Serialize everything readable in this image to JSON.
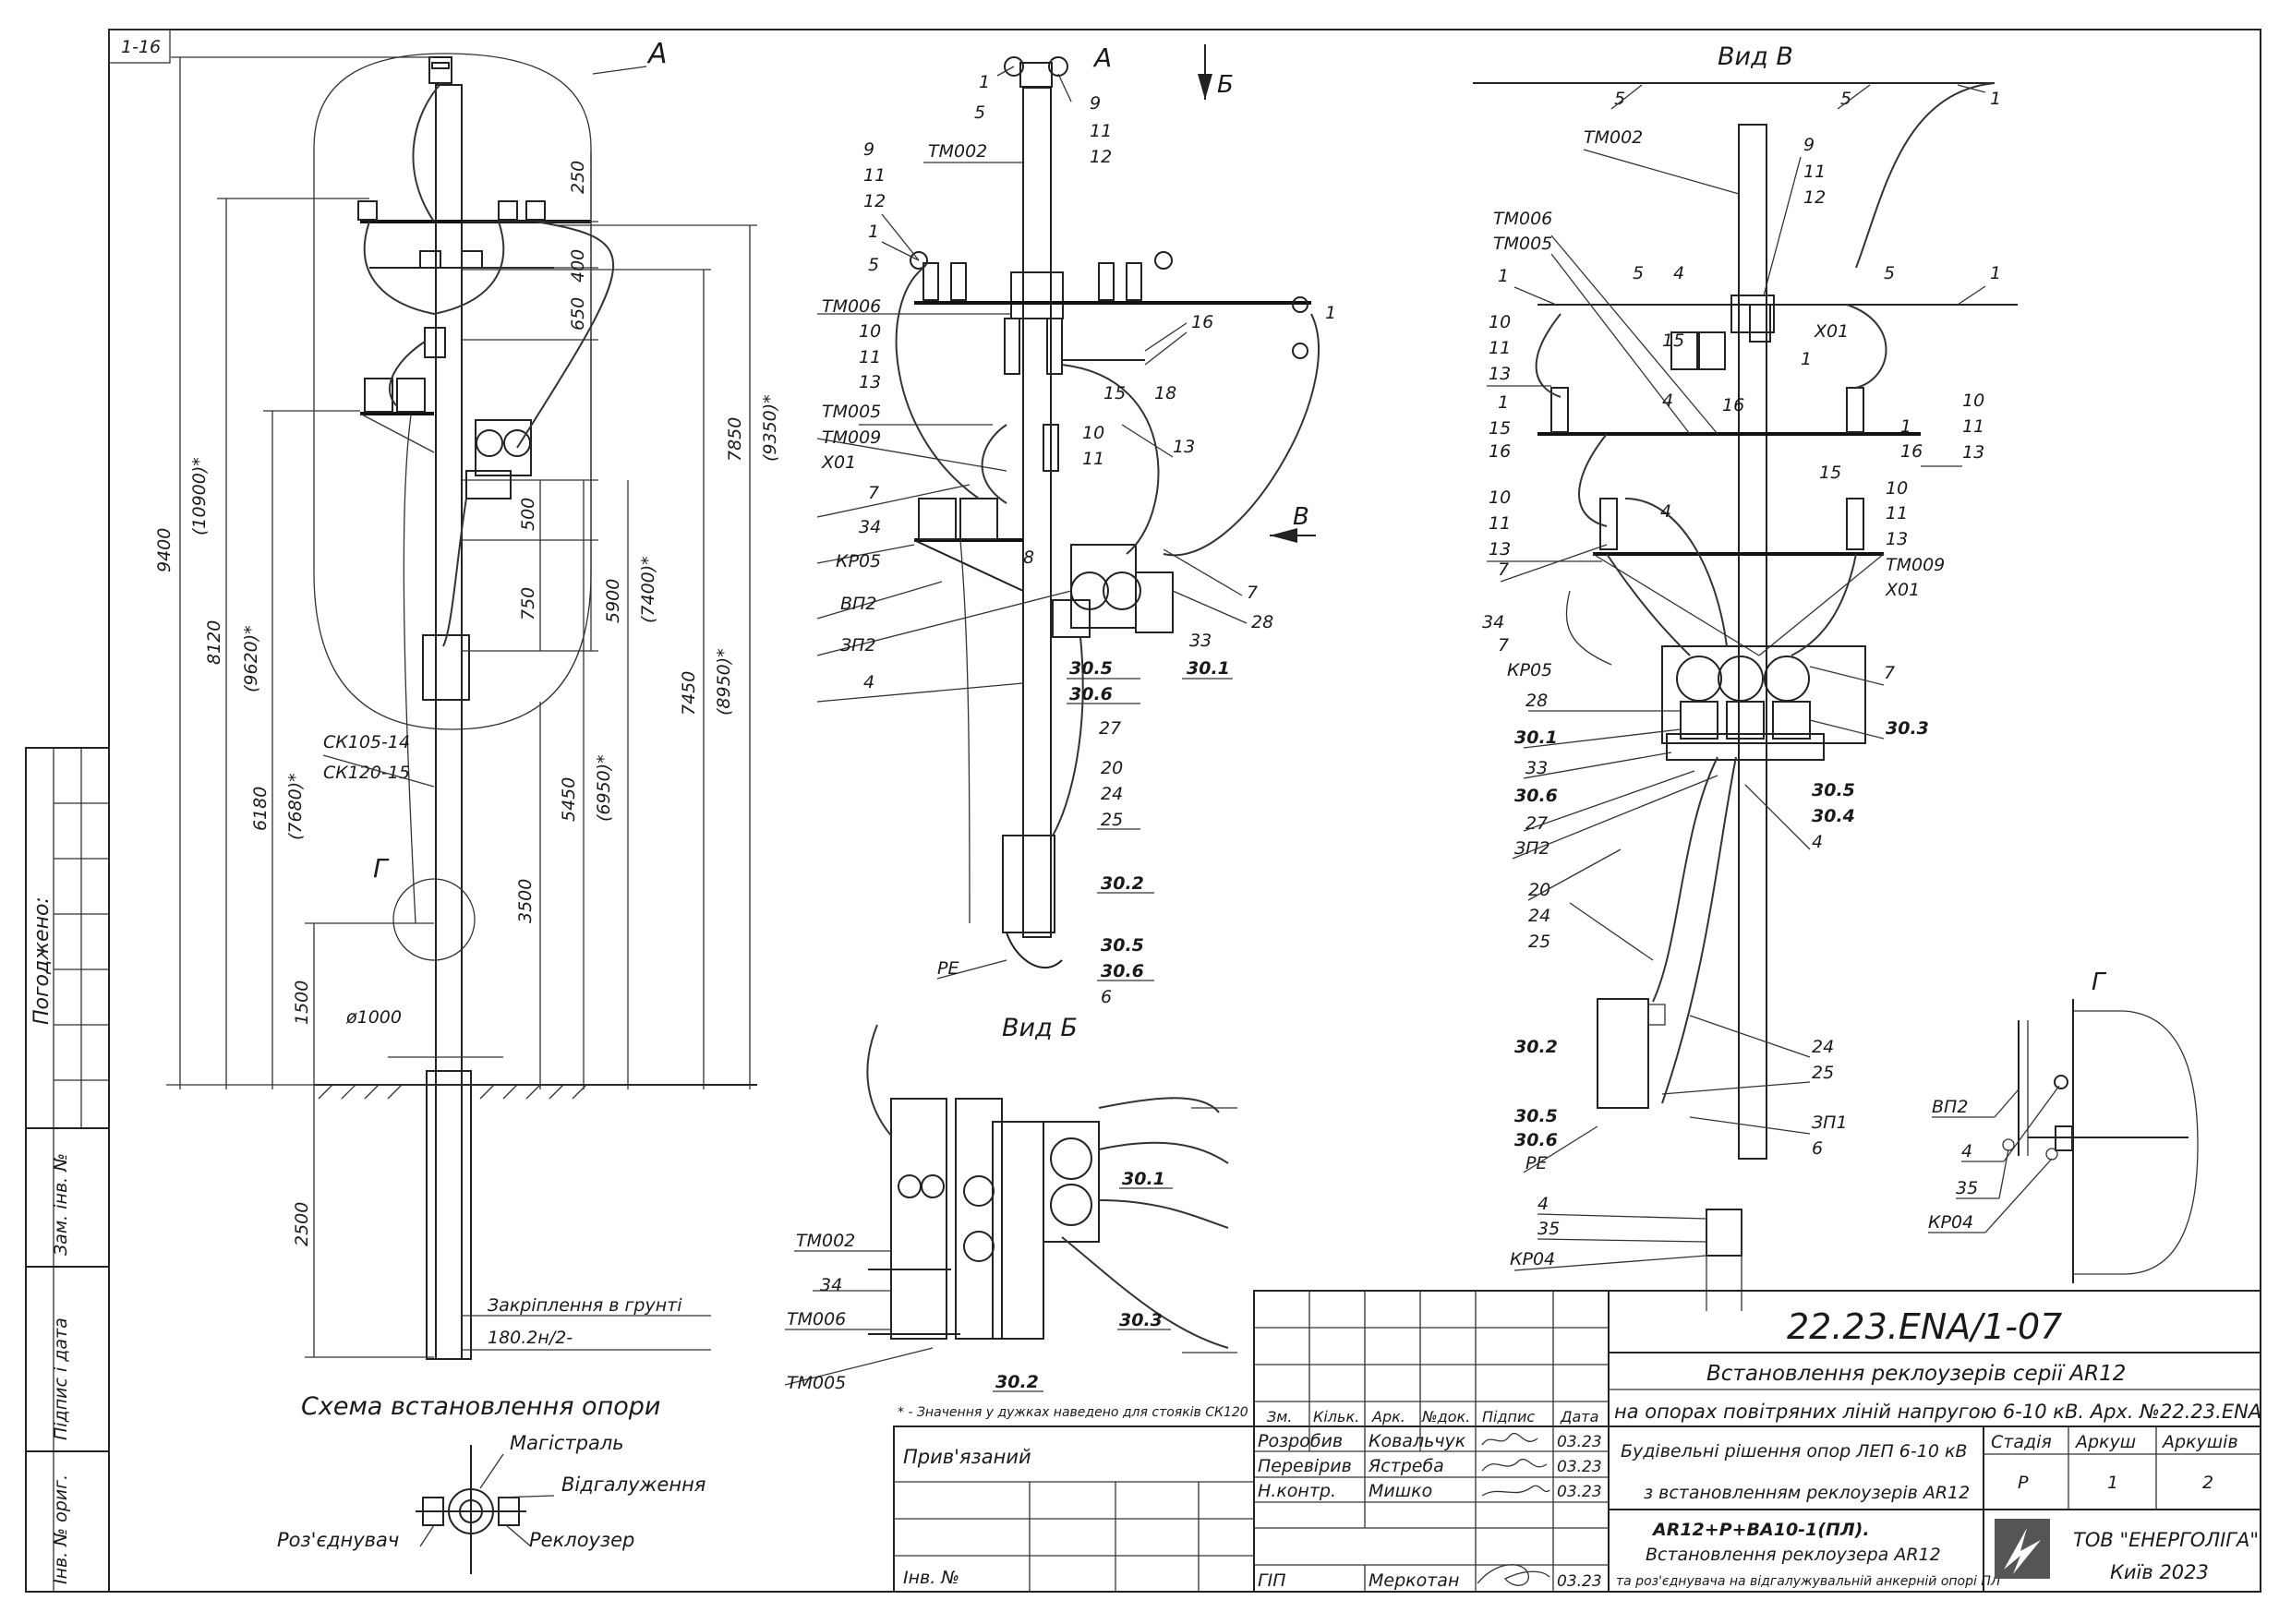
{
  "sheet_code": "1-16",
  "left_panel": {
    "agreed": "Погоджено:",
    "inv_no_replace": "Зам. інв. №",
    "signature_date": "Підпис і дата",
    "inv_no_original": "Інв. № ориг."
  },
  "scheme": {
    "callout_a": "А",
    "callout_g": "Г",
    "pole_types": [
      "СК105-14",
      "СК120-15"
    ],
    "dims_left": [
      "9400",
      "(10900)*",
      "8120",
      "(9620)*",
      "6180",
      "(7680)*",
      "1500",
      "2500"
    ],
    "dims_top": [
      "250",
      "400",
      "650",
      "500",
      "750"
    ],
    "dims_right": [
      "3500",
      "5450",
      "(6950)*",
      "5900",
      "(7400)*",
      "7450",
      "(8950)*",
      "7850",
      "(9350)*"
    ],
    "diameter": "ø1000",
    "ground_fixing": "Закріплення в грунті",
    "ground_fixing_value": "180.2н/2-",
    "title": "Схема встановлення опори",
    "plan_labels": {
      "main": "Магістраль",
      "branch": "Відгалуження",
      "disconnector": "Роз'єднувач",
      "recloser": "Реклоузер"
    }
  },
  "view_a": {
    "title": "А",
    "arrow_b": "Б",
    "arrow_v": "В",
    "labels_left": [
      "ТМ002",
      "ТМ006",
      "10",
      "11",
      "13",
      "ТМ005",
      "ТМ009",
      "Х01",
      "7",
      "34",
      "КР05",
      "ВП2",
      "ЗП2",
      "4",
      "РЕ"
    ],
    "labels_top": [
      "1",
      "5",
      "9",
      "11",
      "12"
    ],
    "labels_misc": [
      "9",
      "11",
      "12",
      "1",
      "5",
      "16",
      "1",
      "15",
      "18",
      "10",
      "11",
      "13",
      "8",
      "7",
      "7",
      "28",
      "33"
    ],
    "labels_bold": [
      "30.5",
      "30.6",
      "30.1",
      "27",
      "20",
      "24",
      "25",
      "30.2",
      "30.5",
      "30.6",
      "6"
    ]
  },
  "view_b": {
    "title": "Вид Б",
    "labels": [
      "ТМ002",
      "34",
      "ТМ006",
      "ТМ005"
    ],
    "labels_bold": [
      "30.1",
      "30.3",
      "30.2"
    ],
    "footnote": "* - Значення у дужках наведено для стояків СК120"
  },
  "view_v": {
    "title": "Вид В",
    "labels": [
      "5",
      "5",
      "1",
      "ТМ002",
      "9",
      "11",
      "12",
      "ТМ006",
      "ТМ005",
      "1",
      "5",
      "4",
      "5",
      "1",
      "10",
      "11",
      "13",
      "15",
      "Х01",
      "1",
      "1",
      "16",
      "4",
      "15",
      "16",
      "10",
      "11",
      "13",
      "1",
      "16",
      "13",
      "15",
      "10",
      "11",
      "13",
      "ТМ009",
      "Х01",
      "4",
      "10",
      "11",
      "13",
      "7",
      "34",
      "7",
      "КР05",
      "28",
      "7",
      "33",
      "27",
      "ЗП2",
      "4",
      "20",
      "24",
      "25",
      "24",
      "25",
      "ЗП1",
      "6",
      "РЕ",
      "4",
      "35",
      "КР04"
    ],
    "labels_bold": [
      "30.1",
      "30.6",
      "30.3",
      "30.5",
      "30.4",
      "30.2",
      "30.5",
      "30.6"
    ]
  },
  "view_g": {
    "title": "Г",
    "labels": [
      "ВП2",
      "4",
      "35",
      "КР04"
    ]
  },
  "title_block": {
    "drawing_code": "22.23.ENA/1-07",
    "title_line1": "Встановлення реклоузерів серії AR12",
    "title_line2": "на опорах повітряних ліній напругою 6-10 кВ. Арх. №22.23.ENA",
    "columns": [
      "Зм.",
      "Кільк.",
      "Арк.",
      "№док.",
      "Підпис",
      "Дата"
    ],
    "roles": [
      {
        "role": "Розробив",
        "name": "Ковальчук",
        "date": "03.23"
      },
      {
        "role": "Перевірив",
        "name": "Ястреба",
        "date": "03.23"
      },
      {
        "role": "Н.контр.",
        "name": "Мишко",
        "date": "03.23"
      },
      {
        "role": "ГІП",
        "name": "Меркотан",
        "date": "03.23"
      }
    ],
    "section_line1": "Будівельні рішення опор ЛЕП 6-10 кВ",
    "section_line2": "з встановленням реклоузерів AR12",
    "stage_header": "Стадія",
    "sheet_header": "Аркуш",
    "sheets_header": "Аркушів",
    "stage": "Р",
    "sheet": "1",
    "sheets": "2",
    "sheet_title1": "AR12+P+BA10-1(ПЛ).",
    "sheet_title2": "Встановлення реклоузера AR12",
    "sheet_title3": "та роз'єднувача на відгалужувальній анкерній опорі ПЛ",
    "company": "ТОВ \"ЕНЕРГОЛІГА\"",
    "city_year": "Київ 2023",
    "bound": "Прив'язаний",
    "inv_no": "Інв. №"
  }
}
